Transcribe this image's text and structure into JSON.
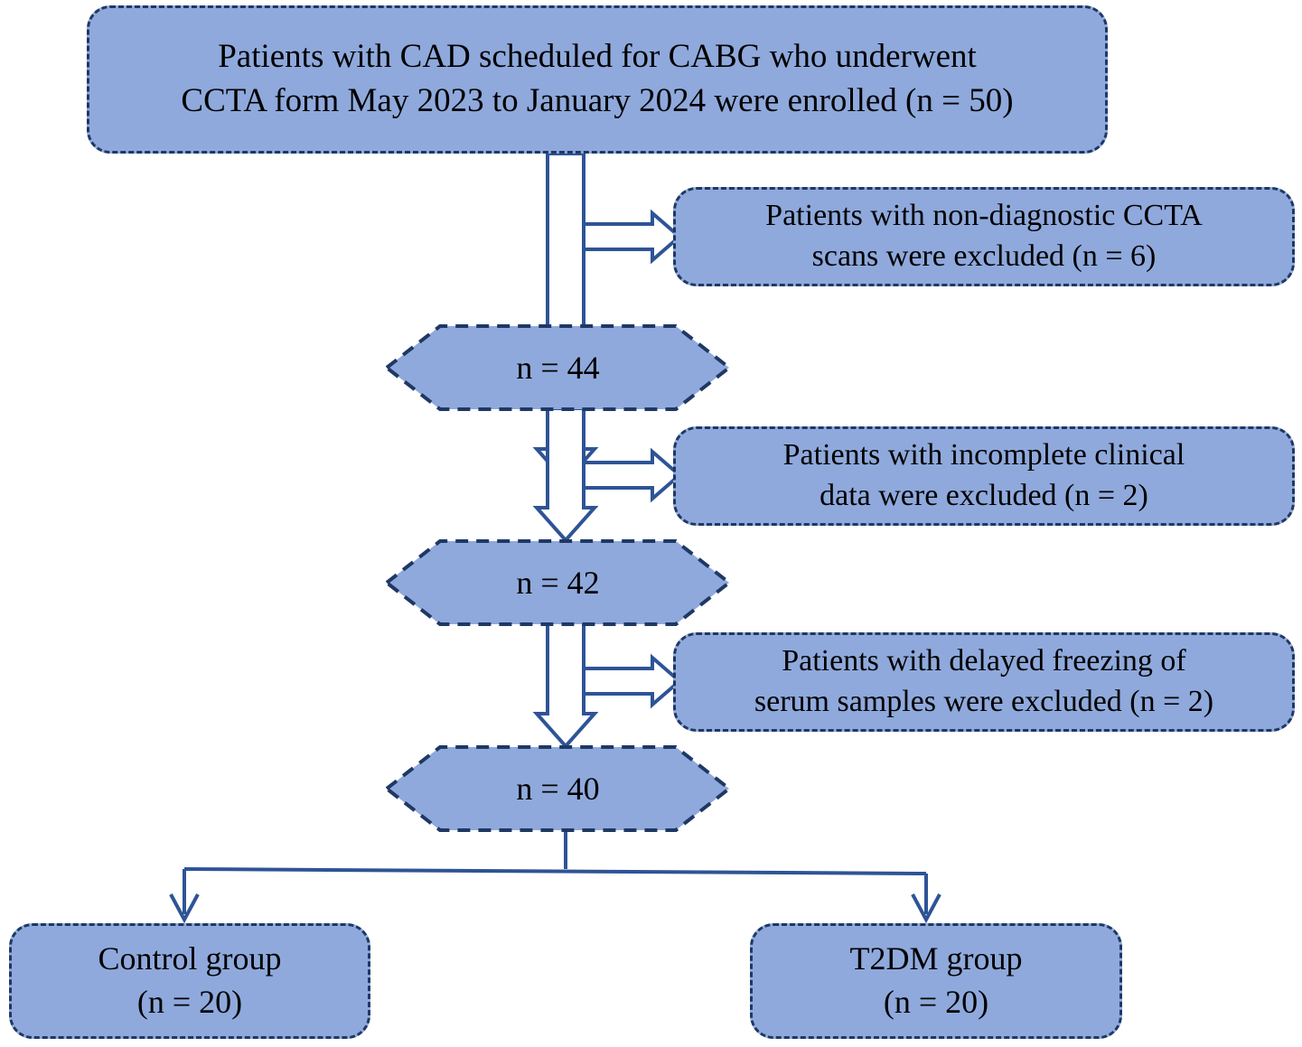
{
  "figure": {
    "type": "flowchart",
    "title": "Patient enrollment and exclusion flow diagram",
    "colors": {
      "node_fill": "#8FA9DC",
      "node_border": "#1F3864",
      "connector_stroke": "#2E5496",
      "connector_fill": "#FFFFFF",
      "text": "#000000",
      "background": "#FFFFFF"
    }
  },
  "nodes": {
    "enrolled": {
      "id": "enrolled",
      "shape": "rounded-rectangle",
      "text": "Patients with CAD scheduled for CABG who underwent\nCCTA form May 2023 to January 2024 were enrolled (n = 50)",
      "n": 50
    },
    "excluded_1": {
      "id": "excluded-non-diagnostic-ccta",
      "shape": "rounded-rectangle",
      "text": "Patients with non-diagnostic CCTA\nscans were excluded (n = 6)",
      "n": 6
    },
    "excluded_2": {
      "id": "excluded-incomplete-clinical-data",
      "shape": "rounded-rectangle",
      "text": "Patients with incomplete clinical\ndata were excluded (n = 2)",
      "n": 2
    },
    "excluded_3": {
      "id": "excluded-delayed-freezing",
      "shape": "rounded-rectangle",
      "text": "Patients with delayed freezing of\nserum samples were excluded (n = 2)",
      "n": 2
    },
    "remaining_44": {
      "id": "remaining-44",
      "shape": "hexagon",
      "text": "n = 44",
      "n": 44
    },
    "remaining_42": {
      "id": "remaining-42",
      "shape": "hexagon",
      "text": "n = 42",
      "n": 42
    },
    "remaining_40": {
      "id": "remaining-40",
      "shape": "hexagon",
      "text": "n = 40",
      "n": 40
    },
    "control_group": {
      "id": "control-group",
      "shape": "rounded-rectangle",
      "text": "Control group\n(n = 20)",
      "n": 20
    },
    "t2dm_group": {
      "id": "t2dm-group",
      "shape": "rounded-rectangle",
      "text": "T2DM group\n(n = 20)",
      "n": 20
    }
  },
  "edges": [
    {
      "from": "enrolled",
      "to": "remaining_44",
      "style": "block-arrow-down"
    },
    {
      "from": "enrolled",
      "to": "excluded_1",
      "style": "block-arrow-right"
    },
    {
      "from": "remaining_44",
      "to": "remaining_42",
      "style": "block-arrow-down"
    },
    {
      "from": "remaining_44",
      "to": "excluded_2",
      "style": "block-arrow-right"
    },
    {
      "from": "remaining_42",
      "to": "remaining_40",
      "style": "block-arrow-down"
    },
    {
      "from": "remaining_42",
      "to": "excluded_3",
      "style": "block-arrow-right"
    },
    {
      "from": "remaining_40",
      "to": "control_group",
      "style": "line-arrow-split-left"
    },
    {
      "from": "remaining_40",
      "to": "t2dm_group",
      "style": "line-arrow-split-right"
    }
  ]
}
